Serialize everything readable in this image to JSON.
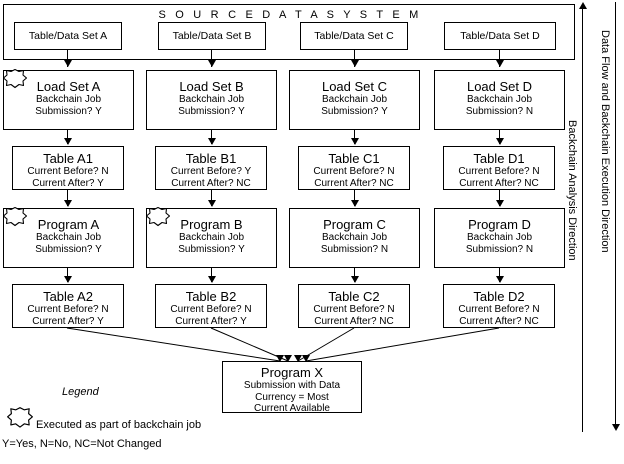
{
  "source_system": {
    "title": "S O U R C E   D A T A   S Y S T E M",
    "data_sets": [
      {
        "label": "Table/Data Set A"
      },
      {
        "label": "Table/Data Set B"
      },
      {
        "label": "Table/Data Set C"
      },
      {
        "label": "Table/Data Set D"
      }
    ]
  },
  "load_sets": [
    {
      "title": "Load Set A",
      "line1": "Backchain Job",
      "line2": "Submission? Y",
      "starred": true
    },
    {
      "title": "Load Set B",
      "line1": "Backchain Job",
      "line2": "Submission? Y",
      "starred": false
    },
    {
      "title": "Load Set C",
      "line1": "Backchain Job",
      "line2": "Submission? Y",
      "starred": false
    },
    {
      "title": "Load Set D",
      "line1": "Backchain Job",
      "line2": "Submission? N",
      "starred": false
    }
  ],
  "tables_1": [
    {
      "title": "Table A1",
      "line1": "Current Before? N",
      "line2": "Current After? Y"
    },
    {
      "title": "Table B1",
      "line1": "Current Before? Y",
      "line2": "Current After? NC"
    },
    {
      "title": "Table C1",
      "line1": "Current Before? N",
      "line2": "Current After? NC"
    },
    {
      "title": "Table D1",
      "line1": "Current Before? N",
      "line2": "Current After? NC"
    }
  ],
  "programs": [
    {
      "title": "Program A",
      "line1": "Backchain Job",
      "line2": "Submission? Y",
      "starred": true
    },
    {
      "title": "Program B",
      "line1": "Backchain Job",
      "line2": "Submission? Y",
      "starred": true
    },
    {
      "title": "Program C",
      "line1": "Backchain Job",
      "line2": "Submission? N",
      "starred": false
    },
    {
      "title": "Program D",
      "line1": "Backchain Job",
      "line2": "Submission? N",
      "starred": false
    }
  ],
  "tables_2": [
    {
      "title": "Table A2",
      "line1": "Current Before? N",
      "line2": "Current After? Y"
    },
    {
      "title": "Table B2",
      "line1": "Current Before? N",
      "line2": "Current After? Y"
    },
    {
      "title": "Table C2",
      "line1": "Current Before? N",
      "line2": "Current After? NC"
    },
    {
      "title": "Table D2",
      "line1": "Current Before? N",
      "line2": "Current After? NC"
    }
  ],
  "program_x": {
    "title": "Program X",
    "line1": "Submission with Data",
    "line2": "Currency = Most",
    "line3": "Current Available"
  },
  "legend": {
    "title": "Legend",
    "star_text": "Executed as part of backchain job",
    "key_text": "Y=Yes, N=No, NC=Not Changed"
  },
  "axes": {
    "left_arrow_label": "Backchain Analysis Direction",
    "right_arrow_label": "Data Flow and Backchain Execution Direction"
  },
  "colors": {
    "stroke": "#000000",
    "background": "#ffffff"
  }
}
